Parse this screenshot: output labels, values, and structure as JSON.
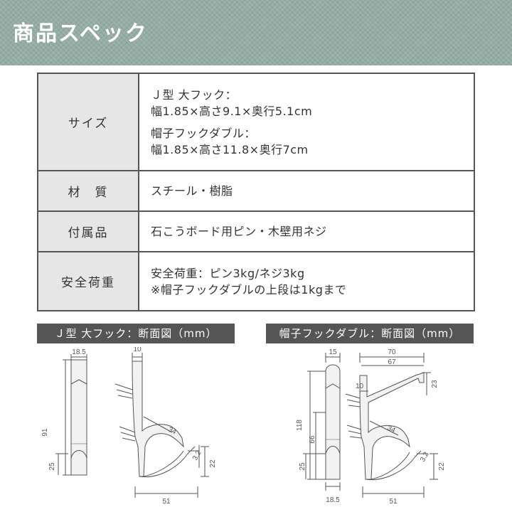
{
  "header": {
    "title": "商品スペック"
  },
  "spec": {
    "rows": [
      {
        "label": "サイズ",
        "lines": [
          "Ｊ型 大フック：",
          "幅1.85×高さ9.1×奥行5.1cm",
          "帽子フックダブル：",
          "幅1.85×高さ11.8×奥行7cm"
        ]
      },
      {
        "label": "材　質",
        "lines": [
          "スチール・樹脂"
        ]
      },
      {
        "label": "付属品",
        "lines": [
          "石こうボード用ピン・木壁用ネジ"
        ]
      },
      {
        "label": "安全荷重",
        "lines": [
          "安全荷重：ピン3kg/ネジ3kg",
          "※帽子フックダブルの上段は1kgまで"
        ]
      }
    ]
  },
  "diagrams": {
    "left": {
      "title": "Ｊ型 大フック：断面図（mm）",
      "dims": {
        "front_width": "18.5",
        "depth": "10",
        "height": "91",
        "lower": "25",
        "arc": "34",
        "thick": "3.2",
        "tip_height": "22",
        "bottom_width": "51"
      }
    },
    "right": {
      "title": "帽子フックダブル：断面図（mm）",
      "dims": {
        "front_width": "15",
        "upper_width": "70",
        "upper_inner": "67",
        "depth": "10",
        "upper_tip": "23",
        "height": "118",
        "mid": "66",
        "lower": "25",
        "arc": "34",
        "thick": "3.2",
        "tip_height": "22",
        "bottom_front": "18.5",
        "bottom_width": "51"
      }
    }
  },
  "colors": {
    "header_bg": "#93aca4",
    "label_bg": "#555555",
    "key_bg": "#e6e6e6"
  }
}
